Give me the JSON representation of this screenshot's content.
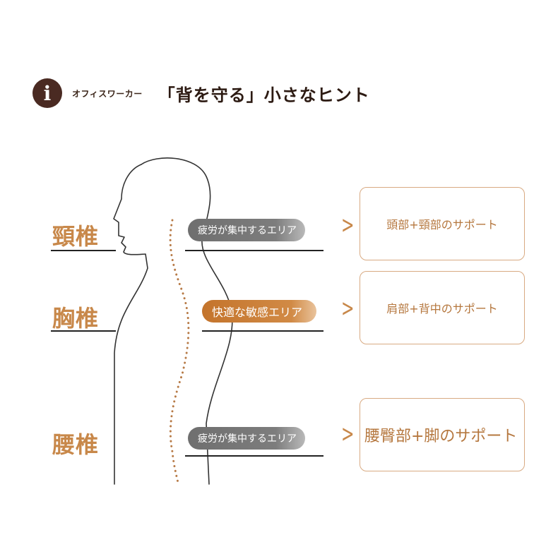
{
  "header": {
    "subtitle": "オフィスワーカー",
    "title": "「背を守る」小さなヒント",
    "icon_glyph": "i"
  },
  "zones": [
    {
      "name": "頸椎",
      "pill": "疲労が集中するエリア",
      "support": "頭部+頸部のサポート",
      "highlight": false
    },
    {
      "name": "胸椎",
      "pill": "快適な敏感エリア",
      "support": "肩部+背中のサポート",
      "highlight": true
    },
    {
      "name": "腰椎",
      "pill": "疲労が集中するエリア",
      "support": "腰臀部+脚のサポート",
      "highlight": false
    }
  ],
  "colors": {
    "accent": "#c8884a",
    "pill_gray": "#777777",
    "pill_orange": "#cf8644",
    "box_border": "#d8aa82",
    "icon_bg": "#4a2a22"
  }
}
